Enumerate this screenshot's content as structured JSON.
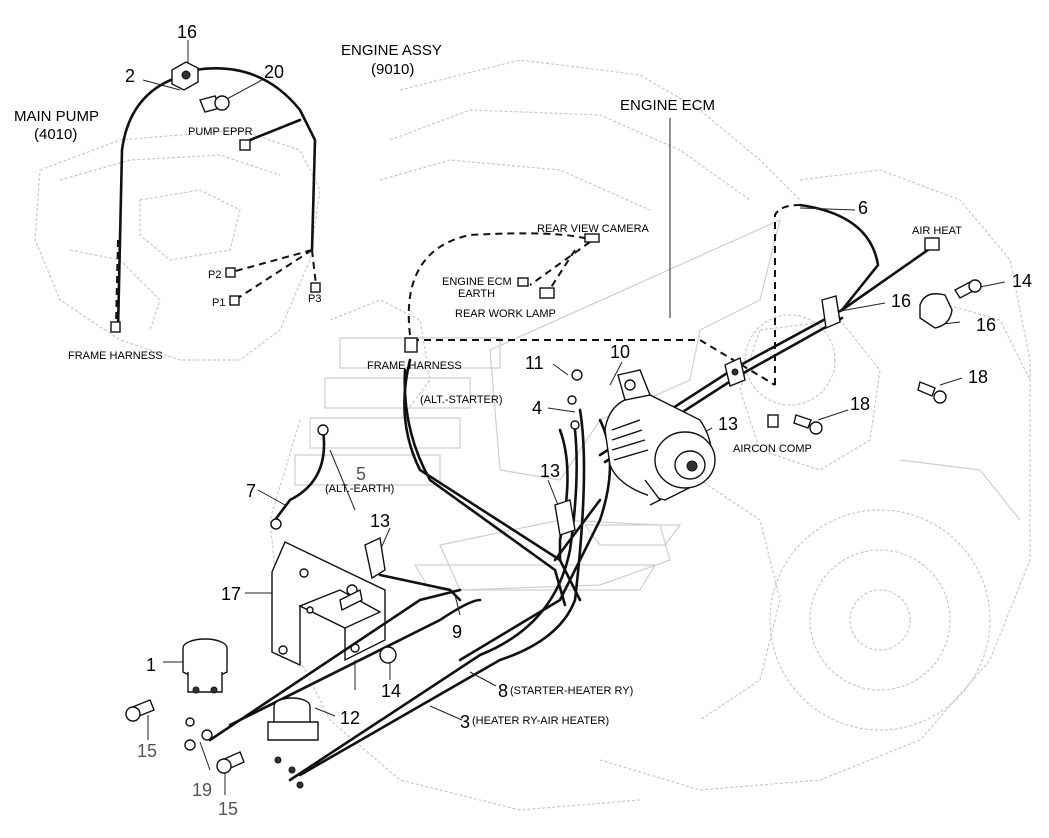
{
  "titles": {
    "main_pump": "MAIN PUMP",
    "main_pump_code": "(4010)",
    "engine_assy": "ENGINE ASSY",
    "engine_assy_code": "(9010)",
    "engine_ecm": "ENGINE ECM"
  },
  "labels": {
    "pump_eppr": "PUMP EPPR",
    "p1": "P1",
    "p2": "P2",
    "p3": "P3",
    "frame_harness_left": "FRAME HARNESS",
    "frame_harness_mid": "FRAME HARNESS",
    "rear_view_camera": "REAR VIEW CAMERA",
    "engine_ecm_earth_1": "ENGINE ECM",
    "engine_ecm_earth_2": "EARTH",
    "rear_work_lamp": "REAR WORK LAMP",
    "air_heat": "AIR HEAT",
    "aircon_comp": "AIRCON COMP",
    "alt_starter": "(ALT.-STARTER)",
    "alt_earth": "(ALT.-EARTH)",
    "starter_heater_ry": "(STARTER-HEATER RY)",
    "heater_ry_air_heater": "(HEATER RY-AIR HEATER)"
  },
  "callouts": {
    "c1": "1",
    "c2": "2",
    "c3": "3",
    "c4": "4",
    "c5": "5",
    "c6": "6",
    "c7": "7",
    "c8": "8",
    "c9": "9",
    "c10": "10",
    "c11": "11",
    "c12": "12",
    "c13a": "13",
    "c13b": "13",
    "c13c": "13",
    "c14a": "14",
    "c14b": "14",
    "c15a": "15",
    "c15b": "15",
    "c16a": "16",
    "c16b": "16",
    "c16c": "16",
    "c17": "17",
    "c18a": "18",
    "c18b": "18",
    "c19": "19",
    "c20": "20"
  }
}
